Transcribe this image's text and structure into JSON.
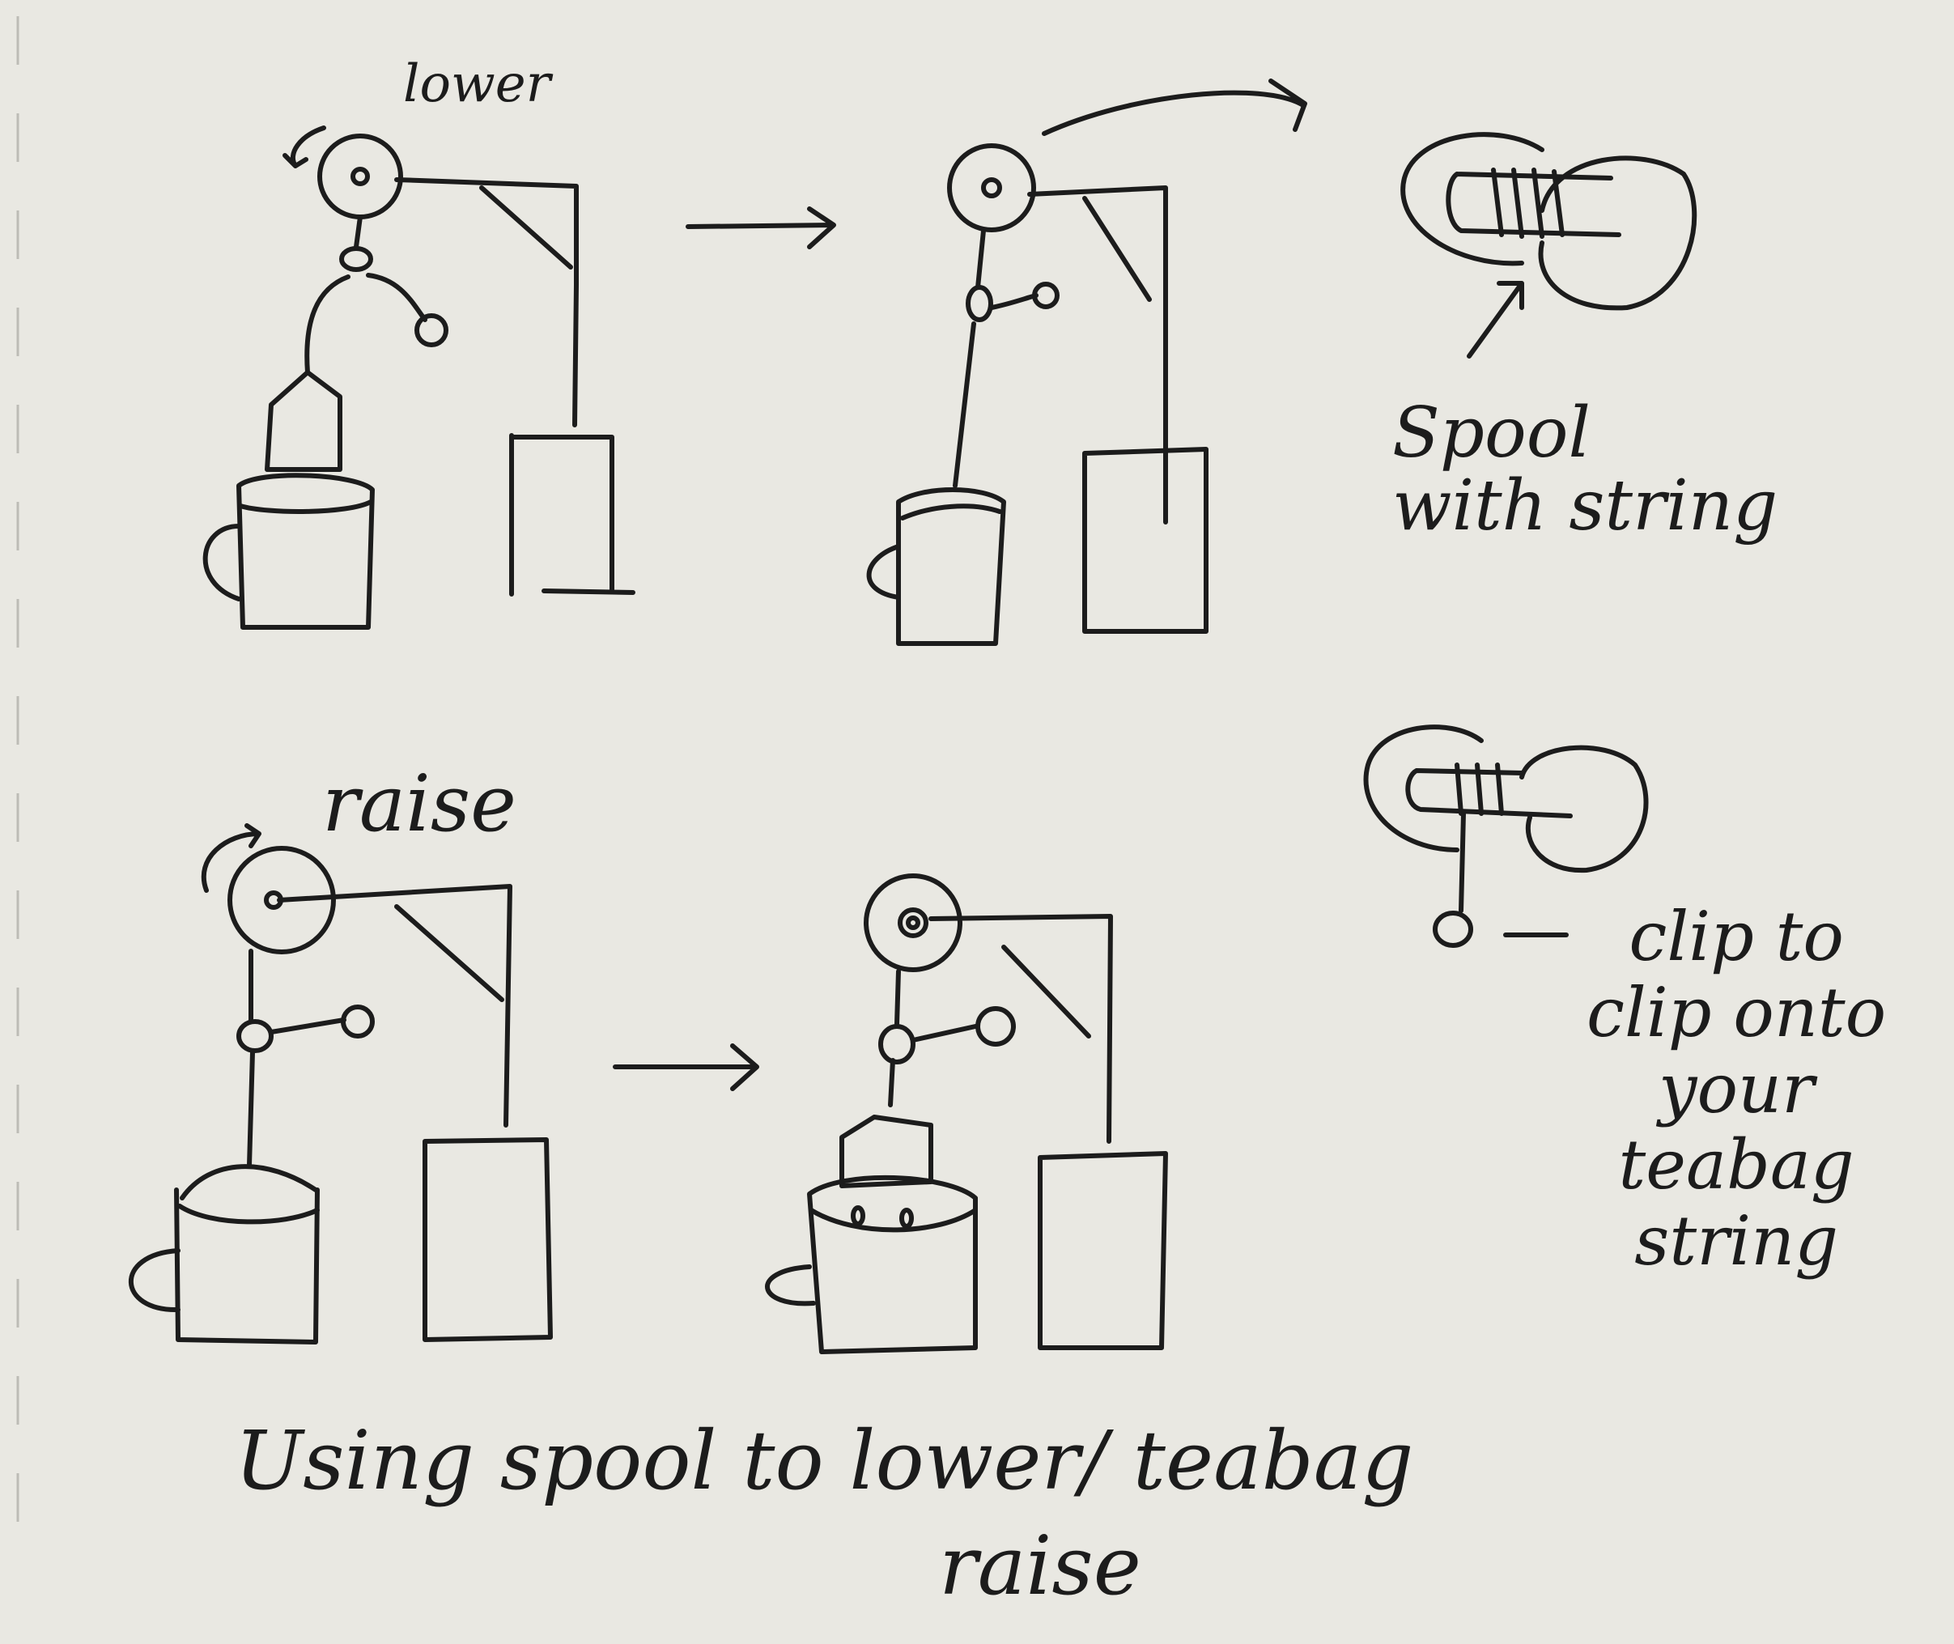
{
  "labels": {
    "lower": "lower",
    "raise": "raise",
    "spool_with_string": "Spool\nwith string",
    "clip_to_clip": "clip to\nclip onto\nyour\nteabag\nstring",
    "caption_line1": "Using spool to lower/ teabag",
    "caption_line2": "raise"
  },
  "colors": {
    "paper": "#e9e8e2",
    "ink": "#1c1c1c"
  }
}
